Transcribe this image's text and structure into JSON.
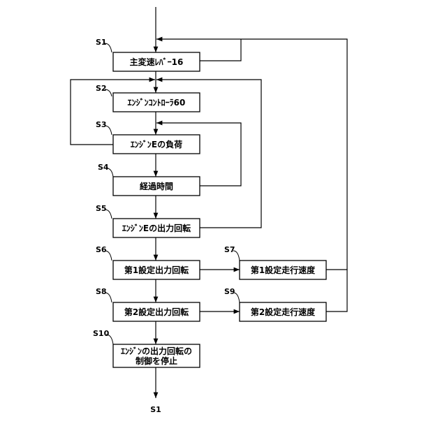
{
  "steps": {
    "s1": {
      "label": "S1",
      "text": "主変速ﾚﾊﾞｰ16"
    },
    "s2": {
      "label": "S2",
      "text": "ｴﾝｼﾞﾝｺﾝﾄﾛｰﾗ60"
    },
    "s3": {
      "label": "S3",
      "text": "ｴﾝｼﾞﾝEの負荷"
    },
    "s4": {
      "label": "S4",
      "text": "経過時間"
    },
    "s5": {
      "label": "S5",
      "text": "ｴﾝｼﾞﾝEの出力回転"
    },
    "s6": {
      "label": "S6",
      "text": "第1設定出力回転"
    },
    "s7": {
      "label": "S7",
      "text": "第1設定走行速度"
    },
    "s8": {
      "label": "S8",
      "text": "第2設定出力回転"
    },
    "s9": {
      "label": "S9",
      "text": "第2設定走行速度"
    },
    "s10": {
      "label": "S10",
      "line1": "ｴﾝｼﾞﾝの出力回転の",
      "line2": "制御を停止"
    }
  },
  "end_label": "S1"
}
